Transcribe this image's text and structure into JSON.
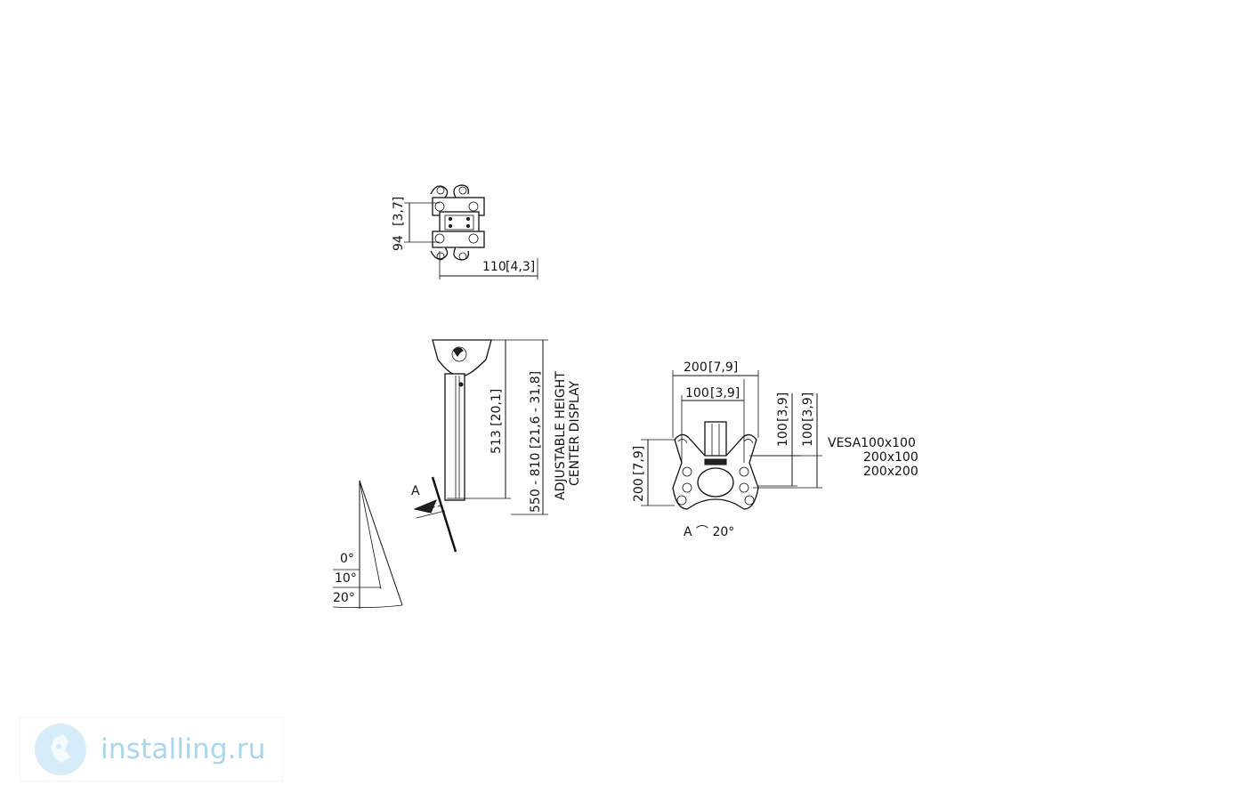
{
  "top_view": {
    "height_label": "94",
    "height_inch": "3,7",
    "width_label": "110",
    "width_inch": "4,3"
  },
  "side_view": {
    "column_label": "513 [20,1]",
    "range_label": "550 - 810 [21,6 - 31,8]",
    "note_line1": "ADJUSTABLE HEIGHT",
    "note_line2": "CENTER DISPLAY",
    "tilt_marker": "A",
    "angles": [
      "0°",
      "10°",
      "20°"
    ]
  },
  "front_view": {
    "width_outer": "200",
    "width_outer_inch": "7,9",
    "width_inner": "100",
    "width_inner_inch": "3,9",
    "height_outer": "200",
    "height_outer_inch": "7,9",
    "height_a": "100",
    "height_a_inch": "3,9",
    "height_b": "100",
    "height_b_inch": "3,9",
    "vesa_line1": "VESA100x100",
    "vesa_line2": "200x100",
    "vesa_line3": "200x200",
    "tilt_note": "A ⌒ 20°"
  },
  "watermark": {
    "text": "installing.ru"
  }
}
